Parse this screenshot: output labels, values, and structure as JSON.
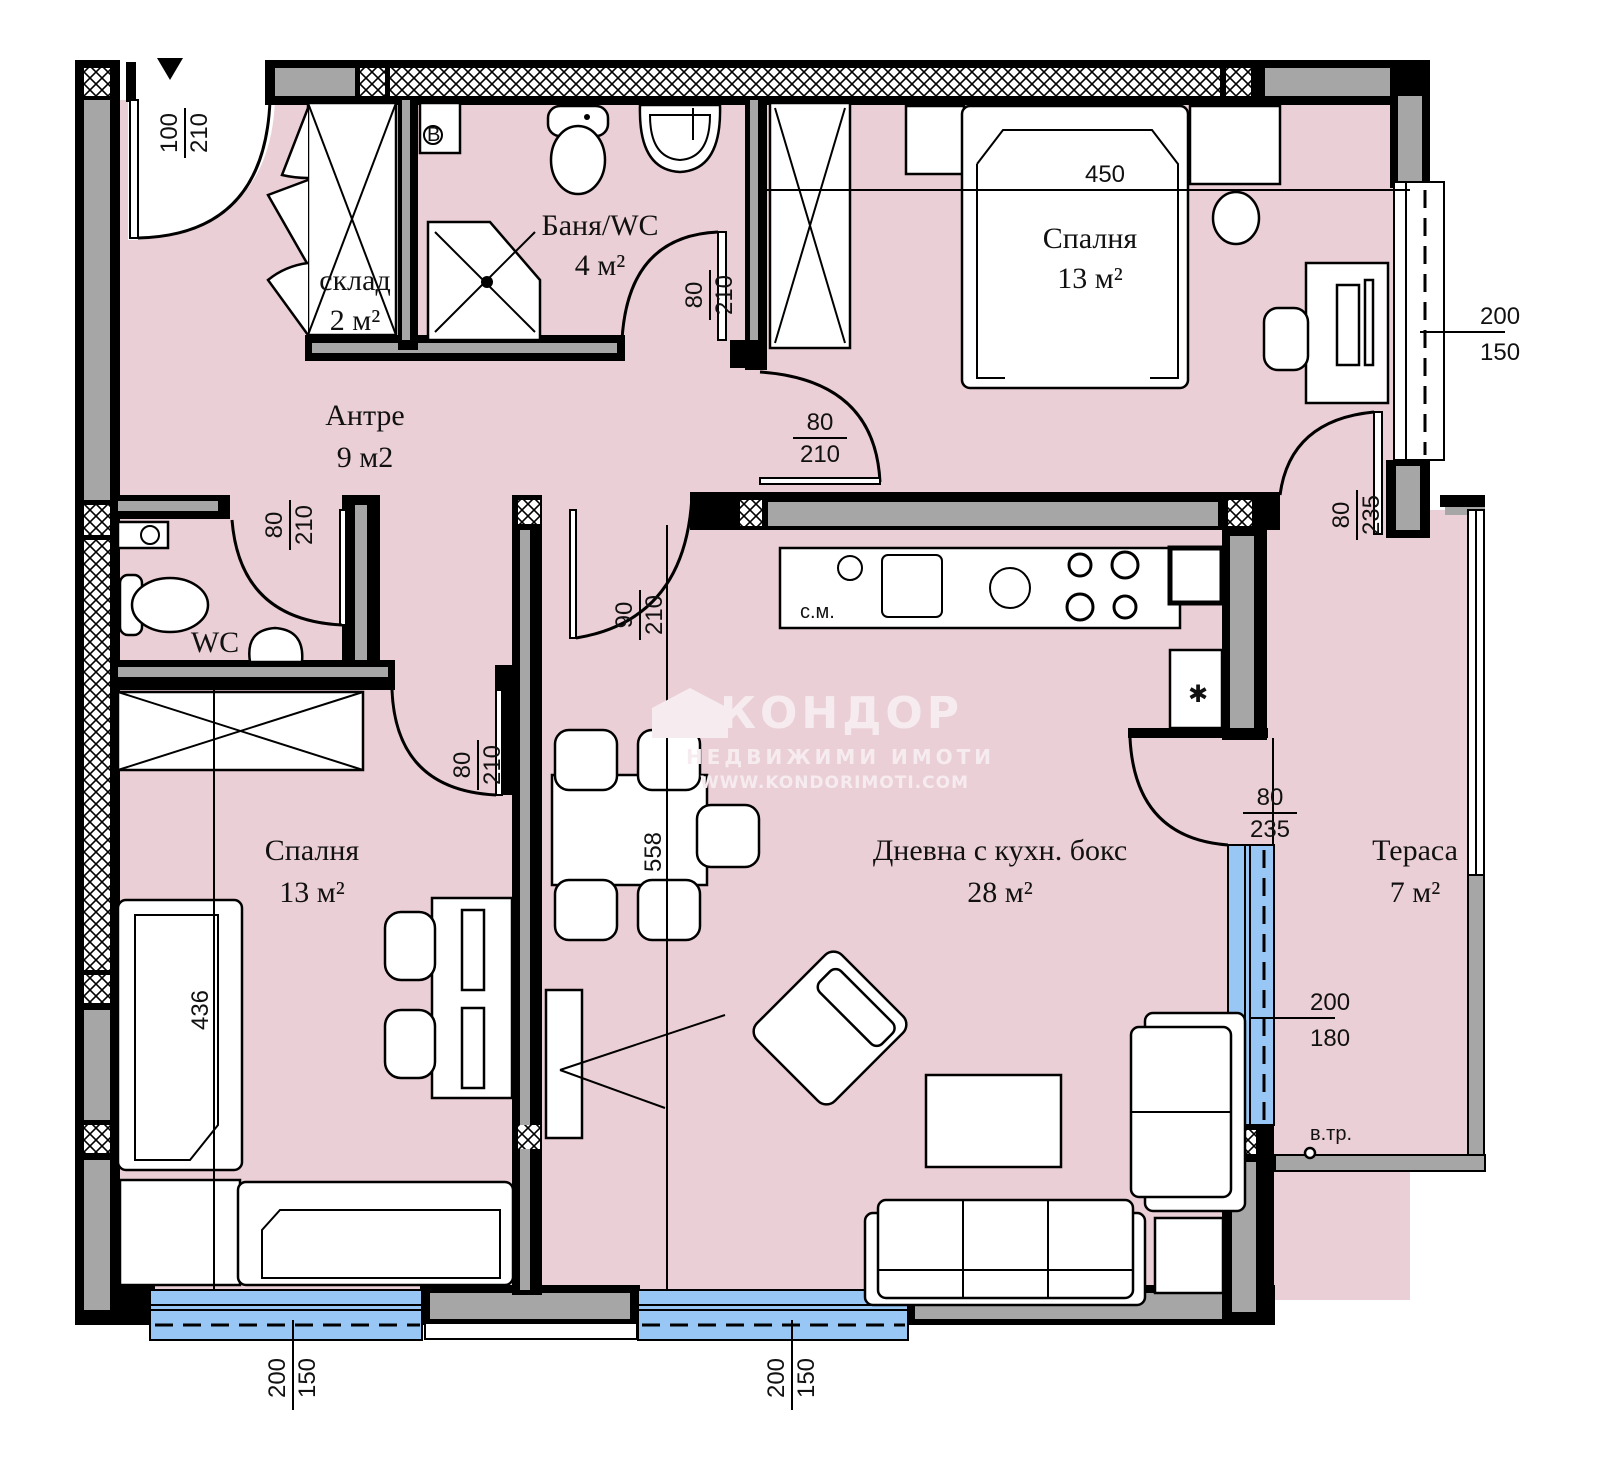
{
  "plan": {
    "watermark": {
      "brand": "КОНДОР",
      "tagline": "НЕДВИЖИМИ ИМОТИ",
      "url": "WWW.KONDORIMOTI.COM"
    },
    "rooms": [
      {
        "id": "storage",
        "name": "склад",
        "area": "2 м²"
      },
      {
        "id": "bathroom",
        "name": "Баня/WC",
        "area": "4 м²"
      },
      {
        "id": "bedroom1",
        "name": "Спалня",
        "area": "13 м²"
      },
      {
        "id": "hallway",
        "name": "Антре",
        "area": "9 м2"
      },
      {
        "id": "wc",
        "name": "WC",
        "area": ""
      },
      {
        "id": "bedroom2",
        "name": "Спалня",
        "area": "13 м²"
      },
      {
        "id": "living",
        "name": "Дневна с кухн. бокс",
        "area": "28 м²"
      },
      {
        "id": "terrace",
        "name": "Тераса",
        "area": "7 м²"
      }
    ],
    "openings": [
      {
        "id": "entrance-door",
        "width": "100",
        "height": "210"
      },
      {
        "id": "bathroom-door",
        "width": "80",
        "height": "210"
      },
      {
        "id": "bedroom1-door",
        "width": "80",
        "height": "210"
      },
      {
        "id": "wc-door",
        "width": "80",
        "height": "210"
      },
      {
        "id": "living-door",
        "width": "90",
        "height": "210"
      },
      {
        "id": "bedroom2-door",
        "width": "80",
        "height": "210"
      },
      {
        "id": "bedroom1-terrace-door",
        "width": "80",
        "height": "235"
      },
      {
        "id": "living-terrace-door",
        "width": "80",
        "height": "235"
      },
      {
        "id": "bedroom1-window",
        "width": "200",
        "height": "150"
      },
      {
        "id": "living-terrace-window",
        "width": "200",
        "height": "180"
      },
      {
        "id": "bedroom2-window",
        "width": "200",
        "height": "150"
      },
      {
        "id": "living-window",
        "width": "200",
        "height": "150"
      }
    ],
    "dimensions": {
      "bedroom1_width": "450",
      "bedroom2_depth": "436",
      "living_depth": "558"
    },
    "annotations": {
      "washing_machine": "с.м.",
      "boiler": "B",
      "water_tap": "в.тр."
    }
  }
}
